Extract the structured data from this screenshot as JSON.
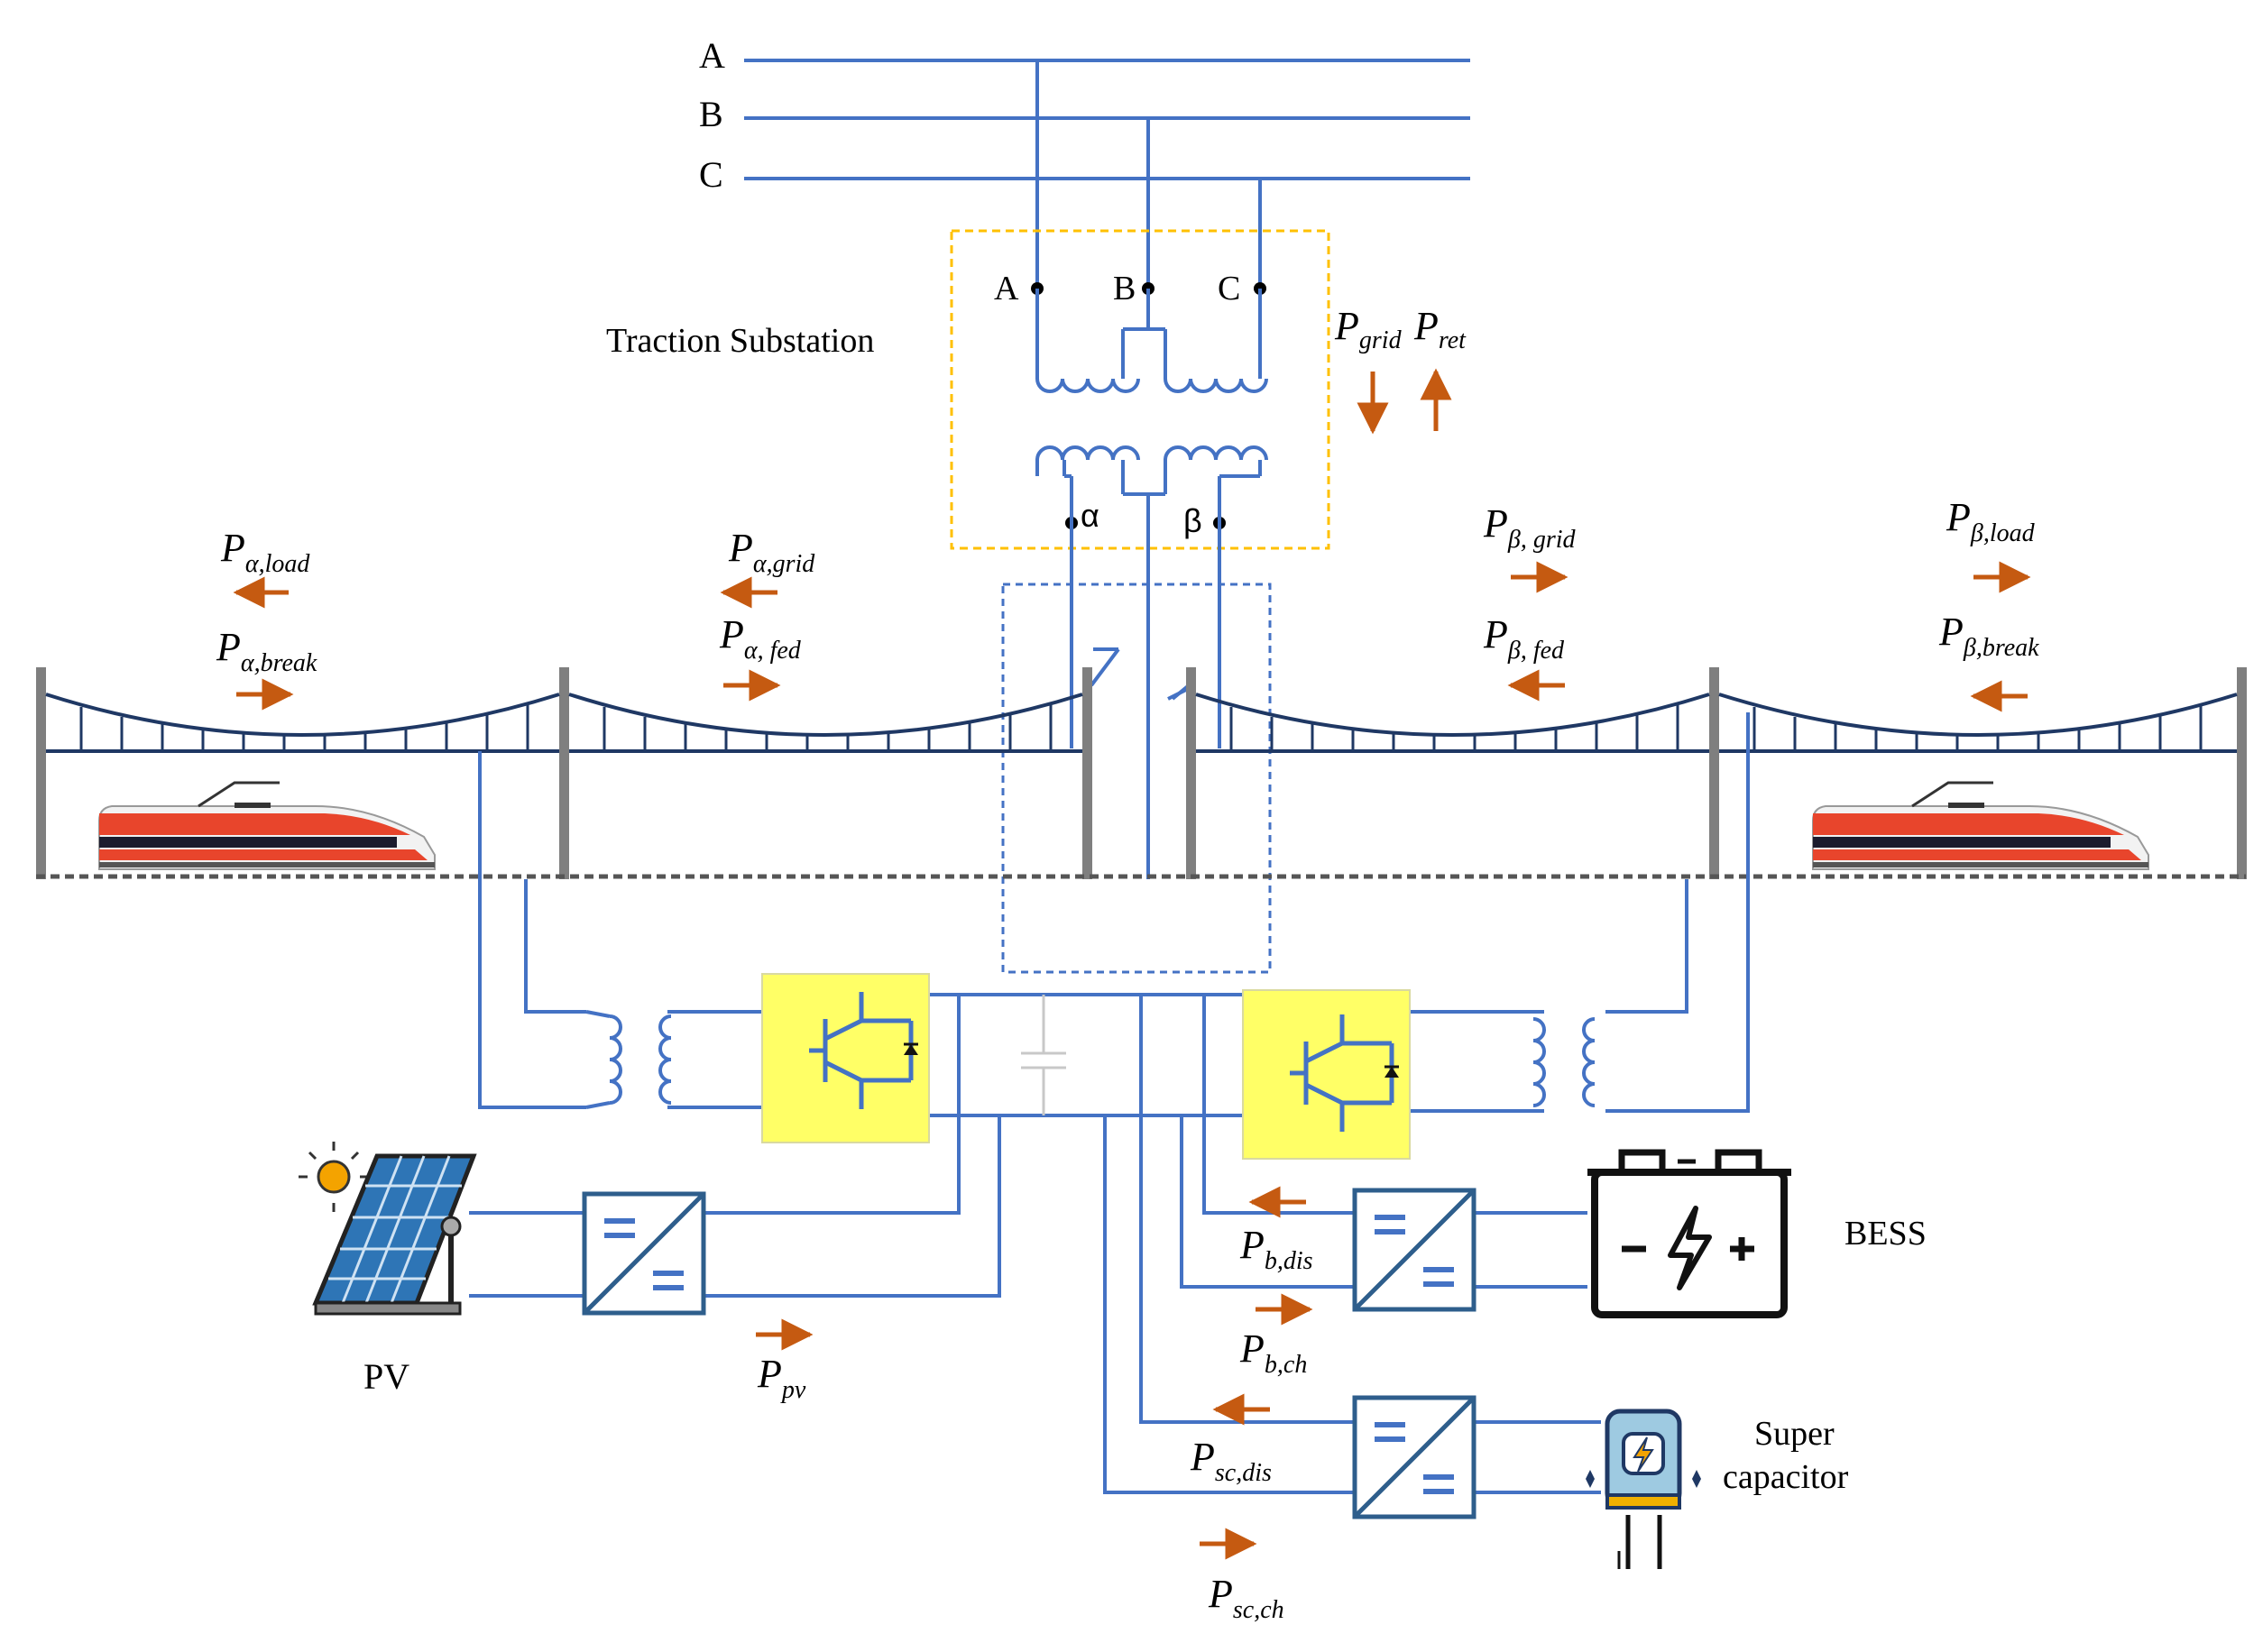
{
  "phases": [
    "A",
    "B",
    "C"
  ],
  "substation": {
    "label": "Traction Substation",
    "terminals": [
      "A",
      "B",
      "C"
    ],
    "secondary": [
      "α",
      "β"
    ]
  },
  "power_labels": {
    "grid": {
      "P": "P",
      "sub": "grid"
    },
    "ret": {
      "P": "P",
      "sub": "ret"
    },
    "alpha_load": {
      "P": "P",
      "sub": "α,load"
    },
    "alpha_break": {
      "P": "P",
      "sub": "α,break"
    },
    "alpha_grid": {
      "P": "P",
      "sub": "α,grid"
    },
    "alpha_fed": {
      "P": "P",
      "sub": "α, fed"
    },
    "beta_grid": {
      "P": "P",
      "sub": "β, grid"
    },
    "beta_fed": {
      "P": "P",
      "sub": "β, fed"
    },
    "beta_load": {
      "P": "P",
      "sub": "β,load"
    },
    "beta_break": {
      "P": "P",
      "sub": "β,break"
    },
    "pv": {
      "P": "P",
      "sub": "pv"
    },
    "b_dis": {
      "P": "P",
      "sub": "b,dis"
    },
    "b_ch": {
      "P": "P",
      "sub": "b,ch"
    },
    "sc_dis": {
      "P": "P",
      "sub": "sc,dis"
    },
    "sc_ch": {
      "P": "P",
      "sub": "sc,ch"
    }
  },
  "components": {
    "pv": "PV",
    "bess": "BESS",
    "supercap_line1": "Super",
    "supercap_line2": "capacitor"
  },
  "colors": {
    "line": "#4472c4",
    "arrow": "#c55a11",
    "substation_border": "#ffc000",
    "converter_fill": "#ffff66",
    "pole": "#7f7f7f",
    "catenary": "#1f3864",
    "train_red": "#e8452c"
  }
}
